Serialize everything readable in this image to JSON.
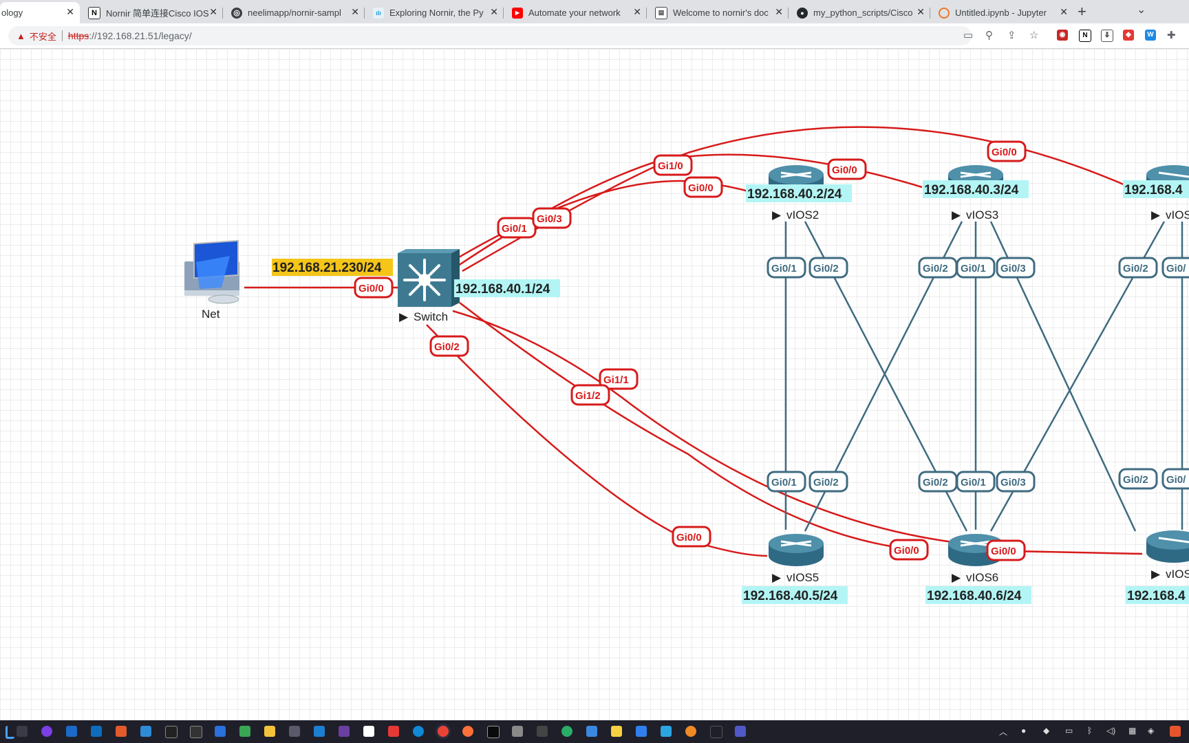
{
  "tabs": [
    {
      "title": "ology",
      "icon": "topology-icon",
      "active": true
    },
    {
      "title": "Nornir 简单连接Cisco IOS",
      "icon": "notion-icon"
    },
    {
      "title": "neelimapp/nornir-sampl",
      "icon": "globe-icon"
    },
    {
      "title": "Exploring Nornir, the Py",
      "icon": "cisco-icon"
    },
    {
      "title": "Automate your network",
      "icon": "youtube-icon"
    },
    {
      "title": "Welcome to nornir's doc",
      "icon": "doc-icon"
    },
    {
      "title": "my_python_scripts/Cisco",
      "icon": "github-icon"
    },
    {
      "title": "Untitled.ipynb - Jupyter",
      "icon": "jupyter-icon"
    }
  ],
  "address_bar": {
    "security_label": "不安全",
    "scheme": "https",
    "rest": "://192.168.21.51/legacy/"
  },
  "topology": {
    "nodes": {
      "net": {
        "label": "Net"
      },
      "switch": {
        "label": "Switch",
        "ip": "192.168.40.1/24",
        "mgmt_ip": "192.168.21.230/24"
      },
      "vios2": {
        "label": "vIOS2",
        "ip": "192.168.40.2/24"
      },
      "vios3": {
        "label": "vIOS3",
        "ip": "192.168.40.3/24"
      },
      "vios4": {
        "label": "vIOS",
        "ip": "192.168.4"
      },
      "vios5": {
        "label": "vIOS5",
        "ip": "192.168.40.5/24"
      },
      "vios6": {
        "label": "vIOS6",
        "ip": "192.168.40.6/24"
      },
      "vios7": {
        "label": "vIOS",
        "ip": "192.168.4"
      }
    },
    "ports": {
      "net_sw": "Gi0/0",
      "sw_v5": "Gi0/2",
      "sw_a": "Gi0/1",
      "sw_b": "Gi0/3",
      "sw_c": "Gi1/0",
      "sw_d": "Gi1/1",
      "sw_e": "Gi1/2",
      "v2_up": "Gi0/0",
      "v3_up": "Gi0/0",
      "v4_up": "Gi0/0",
      "v5_up": "Gi0/0",
      "v6_up": "Gi0/0",
      "v6_up2": "Gi0/0",
      "v2_gi01": "Gi0/1",
      "v2_gi02": "Gi0/2",
      "v3_gi02": "Gi0/2",
      "v3_gi01": "Gi0/1",
      "v3_gi03": "Gi0/3",
      "v4_gi02": "Gi0/2",
      "v4_gi0x": "Gi0/",
      "v5_gi01": "Gi0/1",
      "v5_gi02": "Gi0/2",
      "v6_gi02": "Gi0/2",
      "v6_gi01": "Gi0/1",
      "v6_gi03": "Gi0/3",
      "v7_gi02": "Gi0/2",
      "v7_gi0x": "Gi0/"
    }
  },
  "colors": {
    "link_red": "#d71a1a",
    "link_teal": "#3f6b80",
    "ip_bg": "#b3f5f5",
    "mgmt_bg": "#f5c518"
  }
}
